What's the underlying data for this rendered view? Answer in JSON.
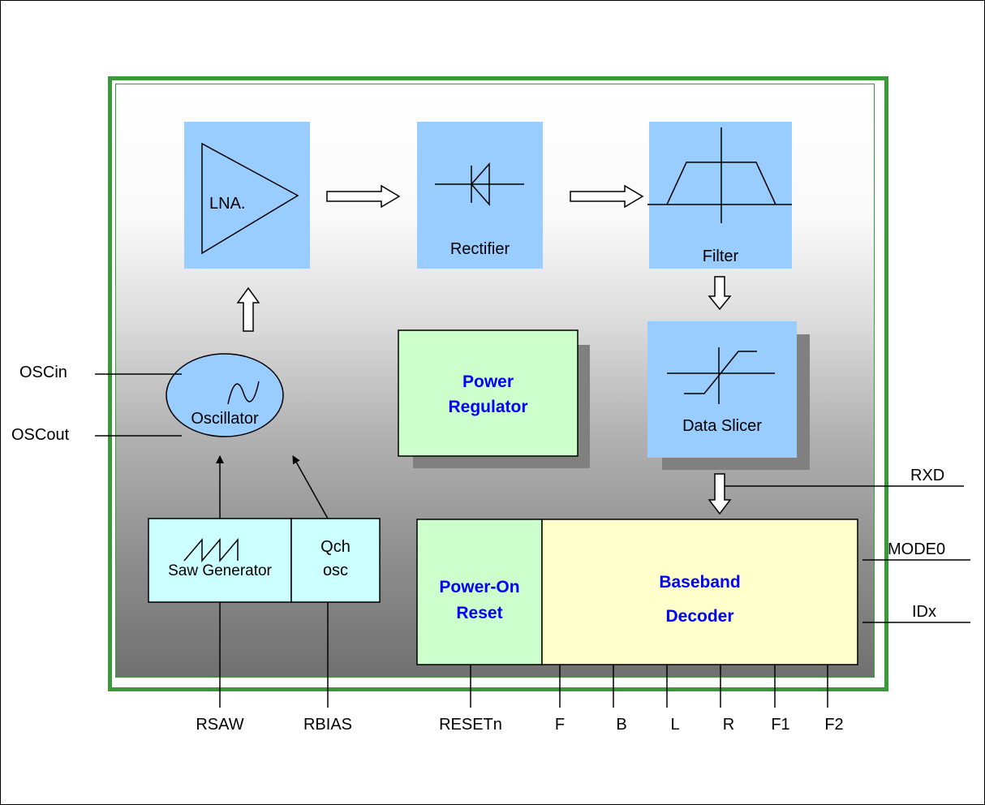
{
  "blocks": {
    "lna": "LNA.",
    "rectifier": "Rectifier",
    "filter": "Filter",
    "power_regulator_line1": "Power",
    "power_regulator_line2": "Regulator",
    "data_slicer": "Data Slicer",
    "oscillator": "Oscillator",
    "saw_generator": "Saw Generator",
    "qch_line1": "Qch",
    "qch_line2": "osc",
    "power_on_reset_line1": "Power-On",
    "power_on_reset_line2": "Reset",
    "baseband_line1": "Baseband",
    "baseband_line2": "Decoder"
  },
  "pins": {
    "oscin": "OSCin",
    "oscout": "OSCout",
    "rxd": "RXD",
    "mode0": "MODE0",
    "idx": "IDx",
    "rsaw": "RSAW",
    "rbias": "RBIAS",
    "resetn": "RESETn",
    "f": "F",
    "b": "B",
    "l": "L",
    "r": "R",
    "f1": "F1",
    "f2": "F2"
  },
  "colors": {
    "chip_border": "#3a9a3a",
    "signal_block": "#99ccff",
    "regulator_fill": "#ccffcc",
    "osc_fill": "#ccffff",
    "decoder_fill": "#ffffcc",
    "accent_text": "#0000ff"
  }
}
